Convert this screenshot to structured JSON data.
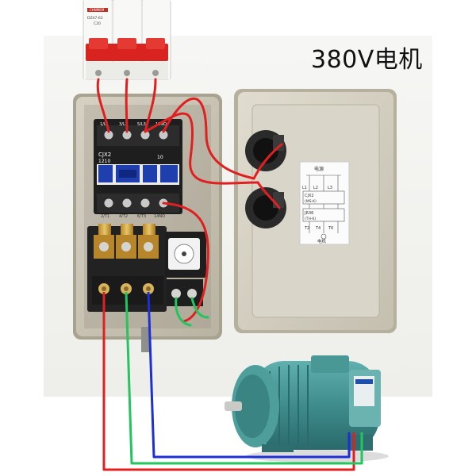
{
  "title": "380V电机",
  "breaker": {
    "brand": "CHNMEM",
    "model": "DZ47-63",
    "rating": "C20"
  },
  "contactor": {
    "model": "CJX2",
    "number": "1210",
    "aux": "10",
    "top_terminals": [
      "1/L1",
      "3/L2",
      "5/L3",
      "13NO"
    ],
    "bottom_terminals": [
      "2/T1",
      "4/T2",
      "6/T3",
      "14NO"
    ]
  },
  "diagram": {
    "source": "电源",
    "phases": [
      "L1",
      "L2",
      "L3"
    ],
    "contactor": "CJX2",
    "contactor_sub": "(MS-K)",
    "relay": "JR36",
    "relay_sub": "(TH-K)",
    "outputs": [
      "T2",
      "T4",
      "T6"
    ],
    "motor": "电机"
  },
  "colors": {
    "wire_red": "#e02020",
    "wire_green": "#22c55e",
    "wire_blue": "#1d2fd6",
    "box_shell": "#c9c4b4",
    "motor_body": "#3f8c8c"
  }
}
